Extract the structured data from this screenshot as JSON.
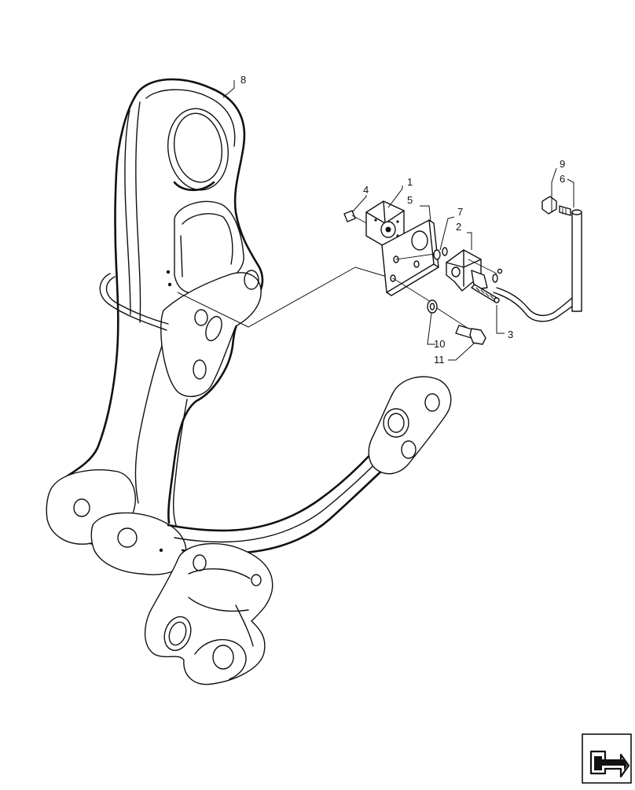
{
  "diagram": {
    "callouts": [
      {
        "id": "c1",
        "label": "1"
      },
      {
        "id": "c2",
        "label": "2"
      },
      {
        "id": "c3",
        "label": "3"
      },
      {
        "id": "c4",
        "label": "4"
      },
      {
        "id": "c5",
        "label": "5"
      },
      {
        "id": "c6",
        "label": "6"
      },
      {
        "id": "c7",
        "label": "7"
      },
      {
        "id": "c8",
        "label": "8"
      },
      {
        "id": "c9",
        "label": "9"
      },
      {
        "id": "c10",
        "label": "10"
      },
      {
        "id": "c11",
        "label": "11"
      }
    ]
  },
  "nav_icon": {
    "name": "next-page-arrow-icon"
  }
}
